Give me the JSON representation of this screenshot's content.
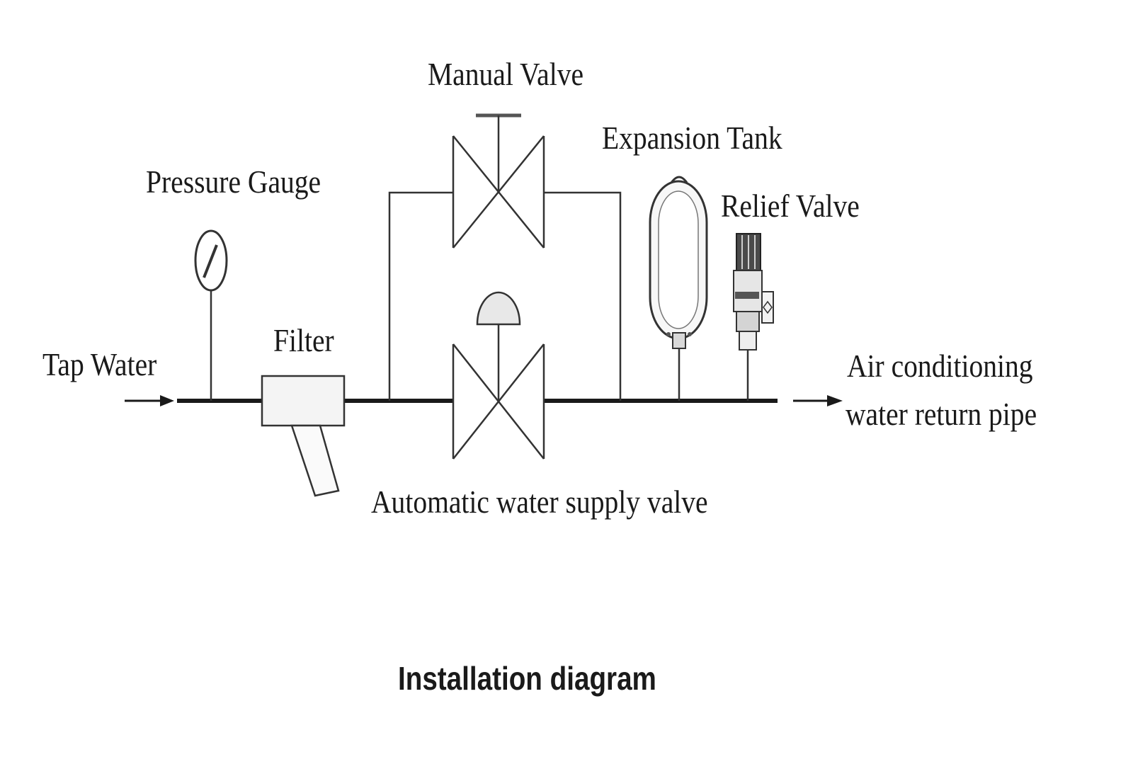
{
  "diagram": {
    "title": "Installation diagram",
    "labels": {
      "manual_valve": "Manual Valve",
      "expansion_tank": "Expansion Tank",
      "pressure_gauge": "Pressure Gauge",
      "relief_valve": "Relief Valve",
      "filter": "Filter",
      "tap_water": "Tap Water",
      "outlet_line1": "Air conditioning",
      "outlet_line2": "water return pipe",
      "auto_valve": "Automatic water supply valve"
    },
    "colors": {
      "line": "#1a1a1a",
      "background": "#ffffff",
      "component_fill": "#f4f4f4"
    }
  }
}
